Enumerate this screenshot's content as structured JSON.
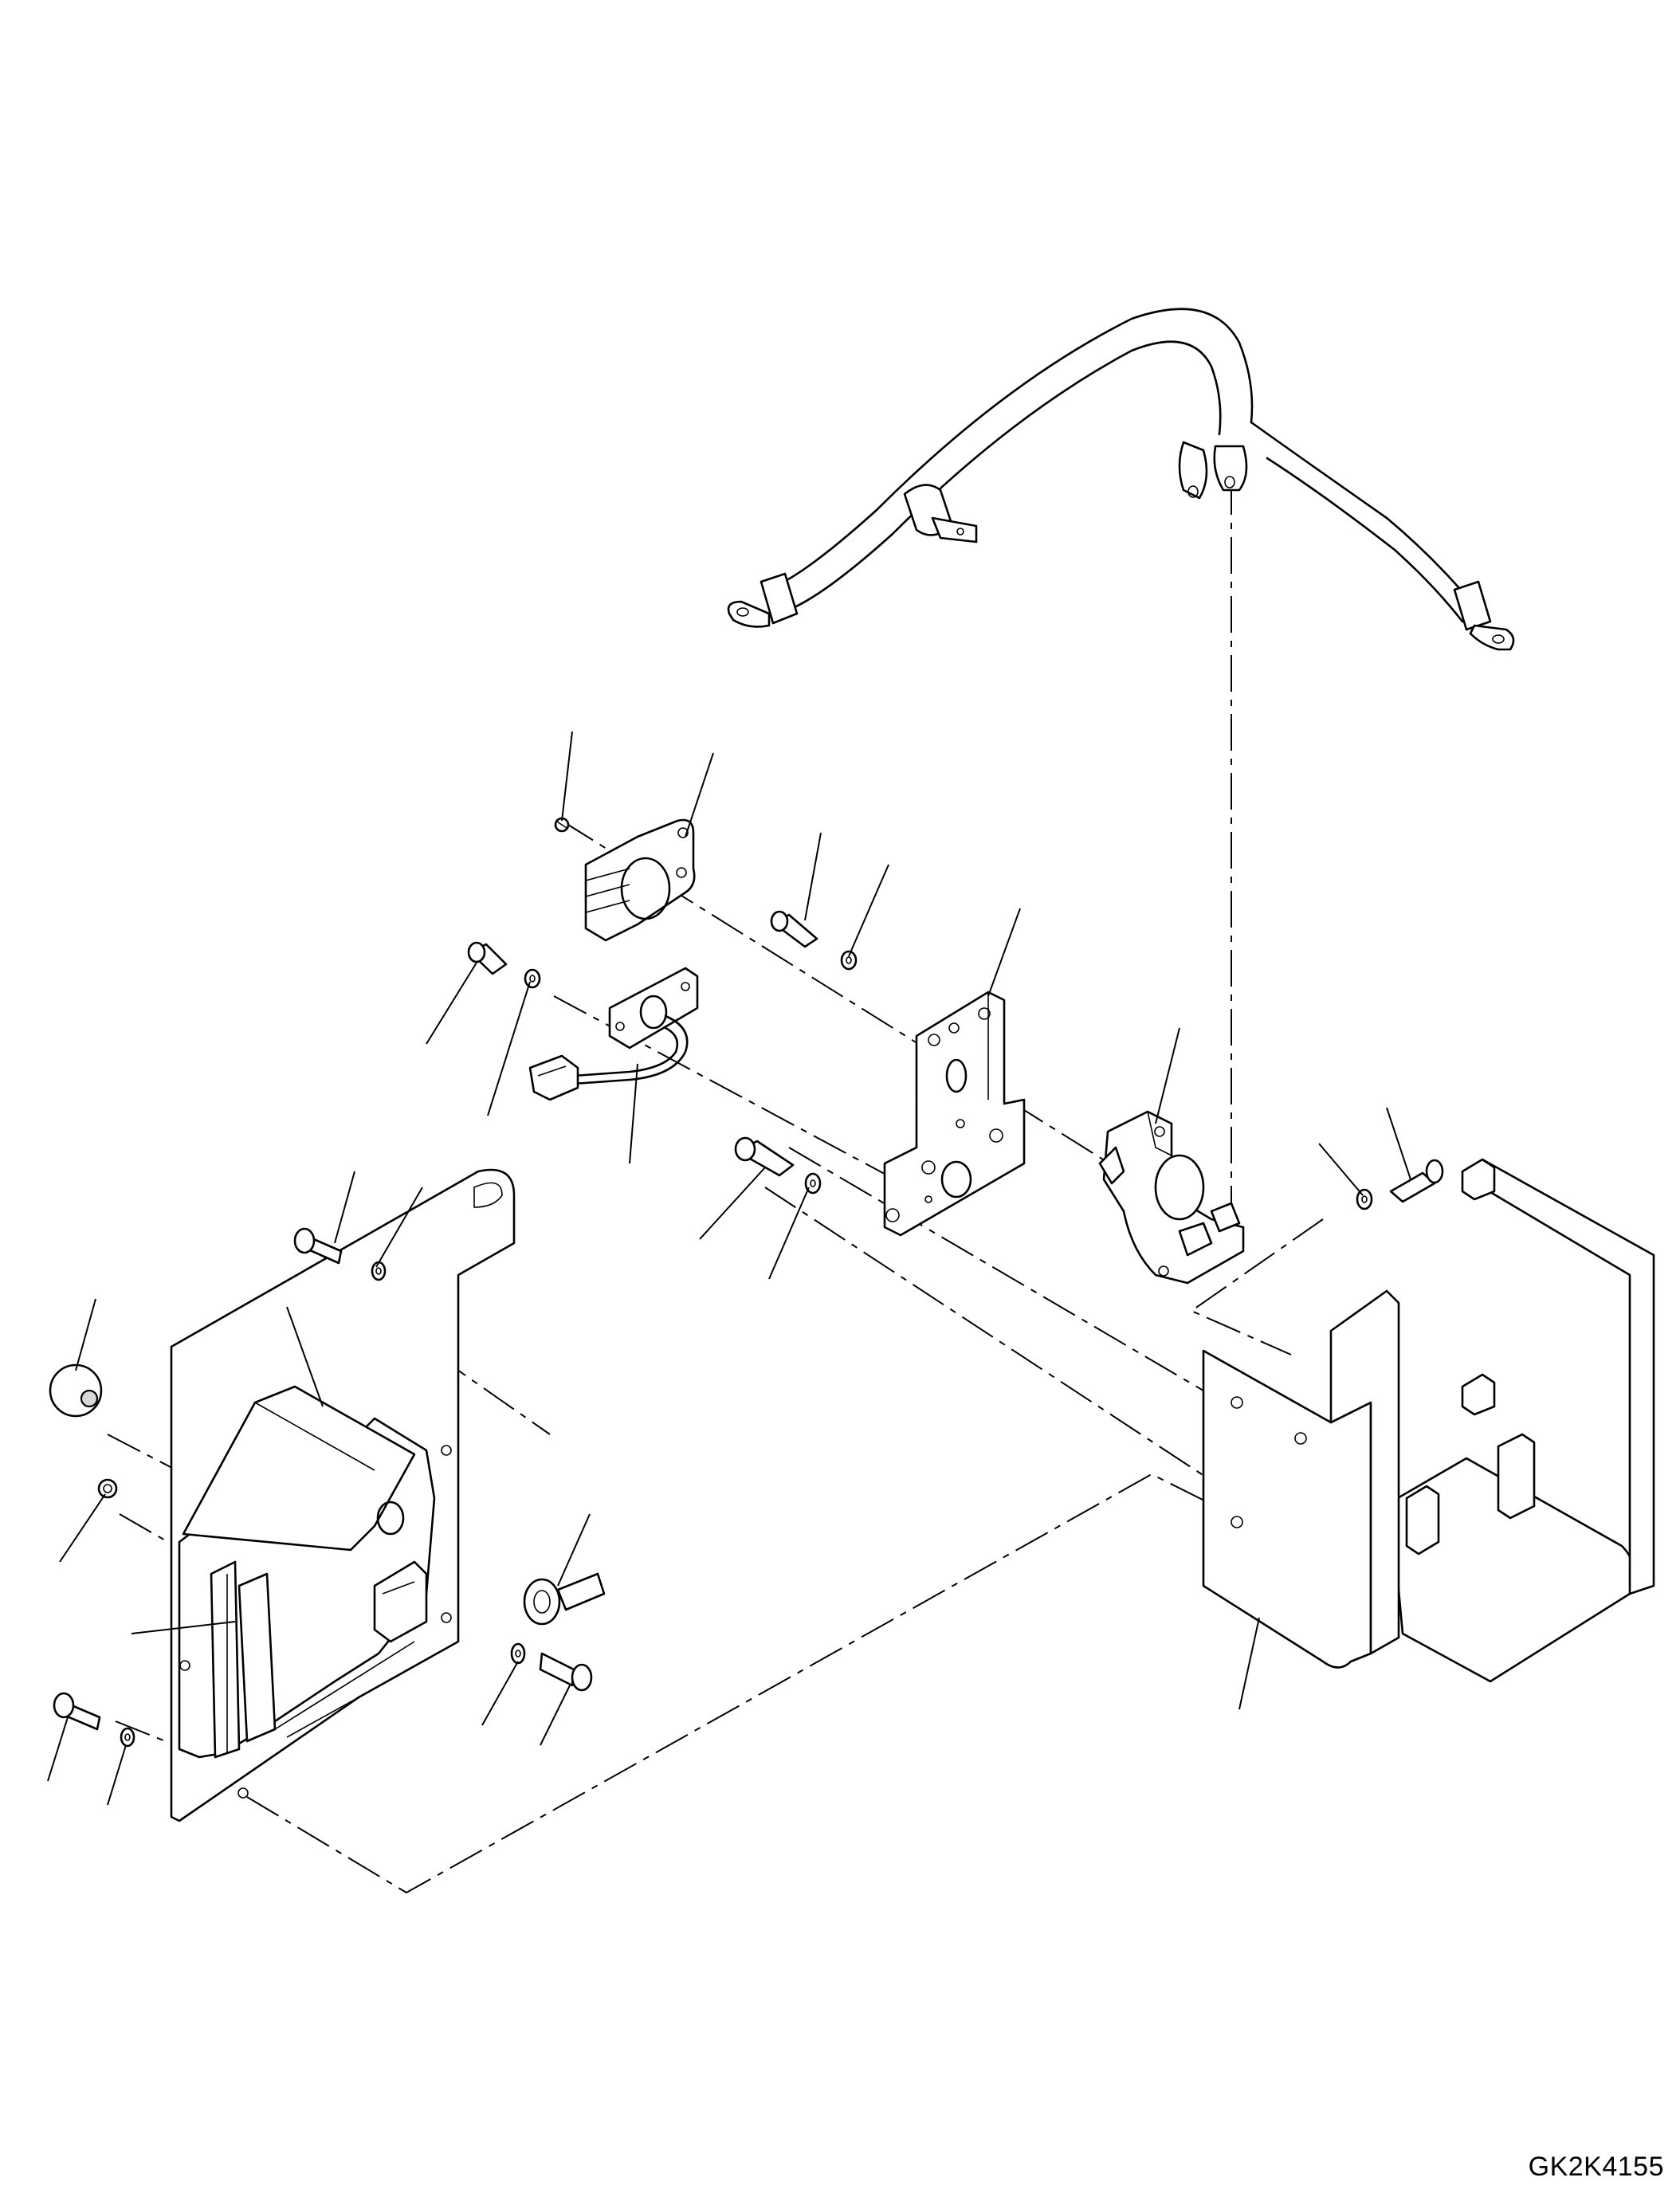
{
  "drawing_code": "GK2K4155",
  "icons": {
    "battery-cable": "cable-with-ring-terminals",
    "relay": "battery-relay",
    "switch-cover": "cover",
    "switch-box": "switch-box-assembly",
    "mount-bracket": "plate-bracket",
    "frame-bracket": "u-bracket"
  }
}
